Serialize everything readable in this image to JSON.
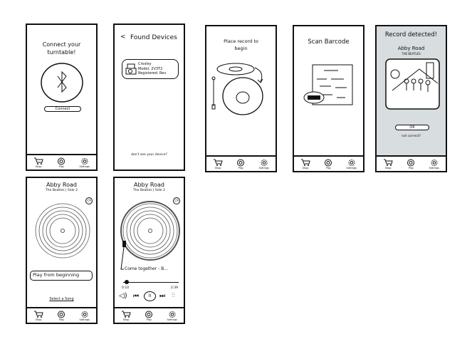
{
  "nav": {
    "shop": "Shop",
    "play": "Play",
    "settings": "Settings"
  },
  "screens": {
    "connect": {
      "title": "Connect your turntable!",
      "button": "Connect"
    },
    "found": {
      "back": "<",
      "title": "Found Devices",
      "device_name": "Crosley",
      "device_model": "Model: 2V3T2",
      "device_registered": "Registered: Rev",
      "help": "don't see your device?"
    },
    "place": {
      "title": "Place record to begin"
    },
    "scan": {
      "title": "Scan Barcode"
    },
    "detected": {
      "title": "Record detected!",
      "album": "Abby Road",
      "artist": "THE BEATLES",
      "ok": "OK",
      "not_correct": "not correct?"
    },
    "select": {
      "album": "Abby Road",
      "subtitle": "The Beatles | Side 2",
      "badge": "C9",
      "play_button": "Play from beginning",
      "select_link": "Select a Song"
    },
    "playing": {
      "album": "Abby Road",
      "subtitle": "The Beatles | Side 2",
      "badge": "C9",
      "track": "Come together - B...",
      "elapsed": "0:10",
      "duration": "2:39",
      "progress": 0.06,
      "pause": "II"
    }
  }
}
